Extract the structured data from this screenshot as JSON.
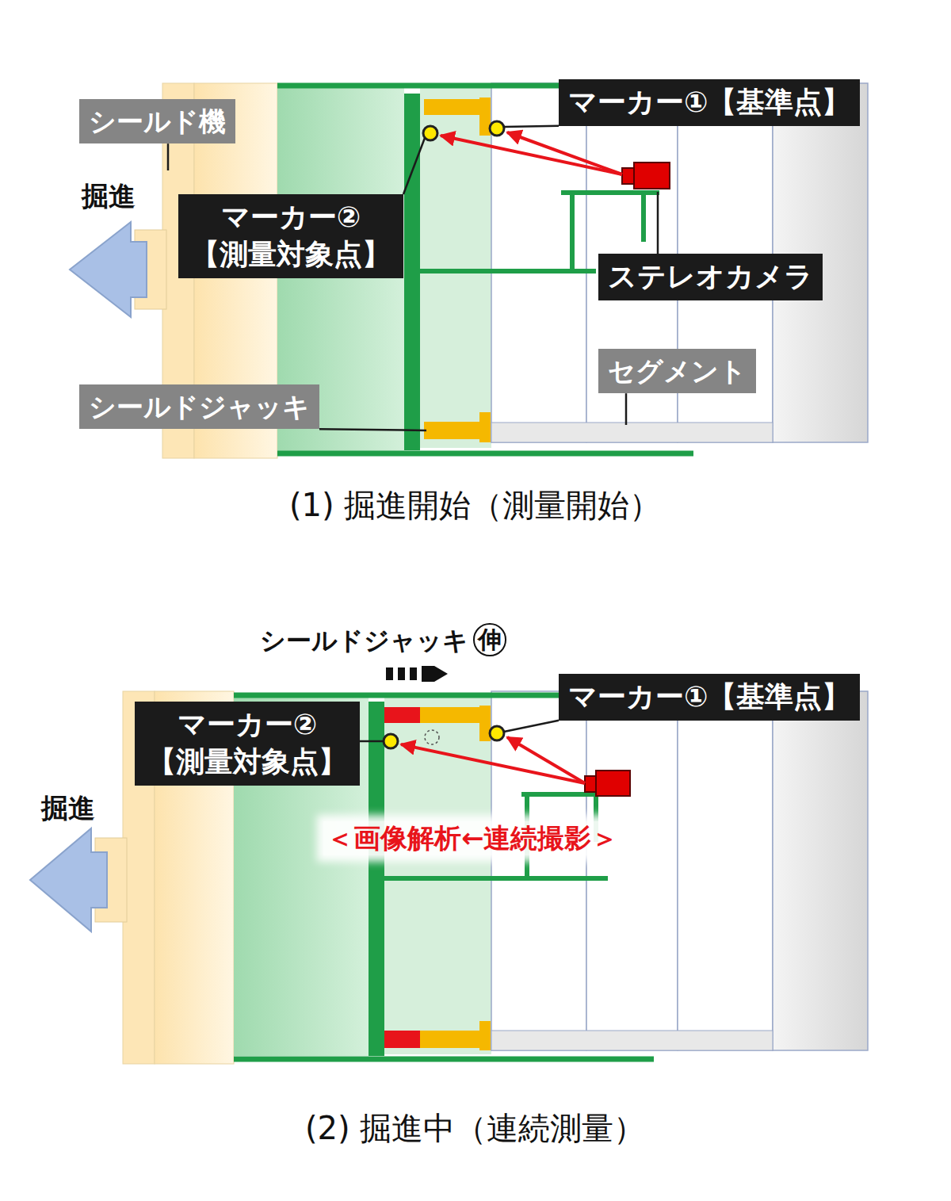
{
  "diagram": {
    "nodes": [
      {
        "text": [
          "シールド機"
        ]
      },
      {
        "text": [
          "マーカー①【基準点】"
        ]
      },
      {
        "text": [
          "マーカー② 【測量対象点】"
        ]
      },
      {
        "text": [
          "ステレオカメラ"
        ]
      },
      {
        "text": [
          "セグメント"
        ]
      },
      {
        "text": [
          "シールドジャッキ"
        ]
      },
      {
        "text": [
          "マーカー①【基準点】"
        ]
      },
      {
        "text": [
          "マーカー② 【測量対象点】"
        ]
      }
    ],
    "labels": [
      "掘進",
      "(1) 掘進開始（測量開始）",
      "シールドジャッキ",
      "伸",
      "掘進",
      "＜画像解析←連続撮影＞",
      "(2) 掘進中（連続測量）"
    ]
  }
}
